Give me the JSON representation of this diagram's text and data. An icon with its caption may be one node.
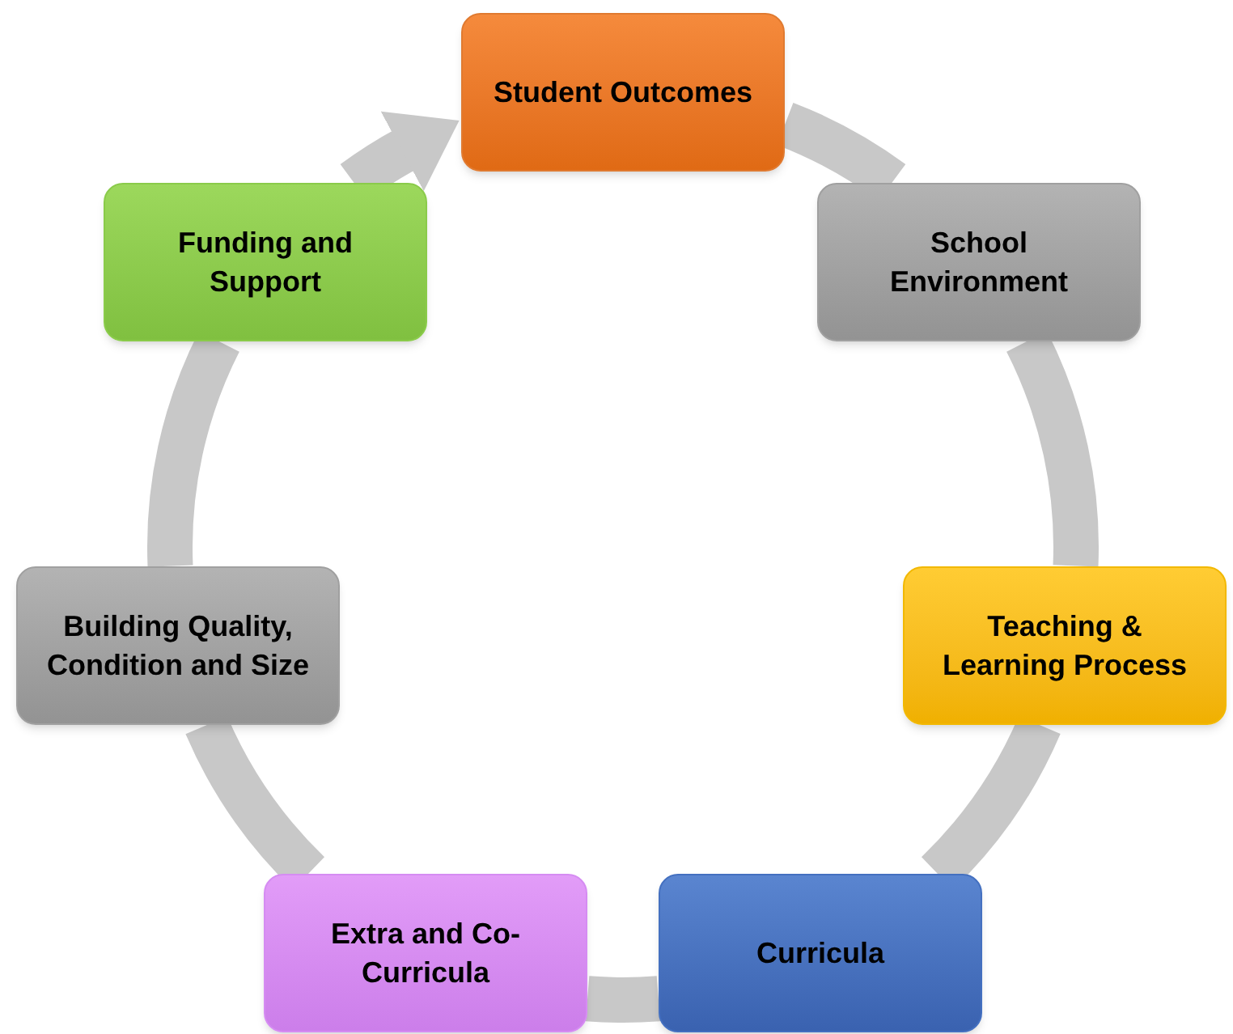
{
  "diagram": {
    "nodes": [
      {
        "text": [
          "Student Outcomes"
        ]
      },
      {
        "text": [
          "School Environment"
        ]
      },
      {
        "text": [
          "Teaching & Learning Process"
        ]
      },
      {
        "text": [
          "Curricula"
        ]
      },
      {
        "text": [
          "Extra and Co-Curricula"
        ]
      },
      {
        "text": [
          "Building Quality, Condition and Size"
        ]
      },
      {
        "text": [
          "Funding and Support"
        ]
      }
    ],
    "edges": [
      {
        "from": 0,
        "to": 1,
        "arrow": "none"
      },
      {
        "from": 1,
        "to": 2,
        "arrow": "none"
      },
      {
        "from": 2,
        "to": 3,
        "arrow": "none"
      },
      {
        "from": 3,
        "to": 4,
        "arrow": "none"
      },
      {
        "from": 4,
        "to": 5,
        "arrow": "none"
      },
      {
        "from": 5,
        "to": 6,
        "arrow": "none"
      },
      {
        "from": 6,
        "to": 0,
        "arrow": "to"
      }
    ]
  }
}
